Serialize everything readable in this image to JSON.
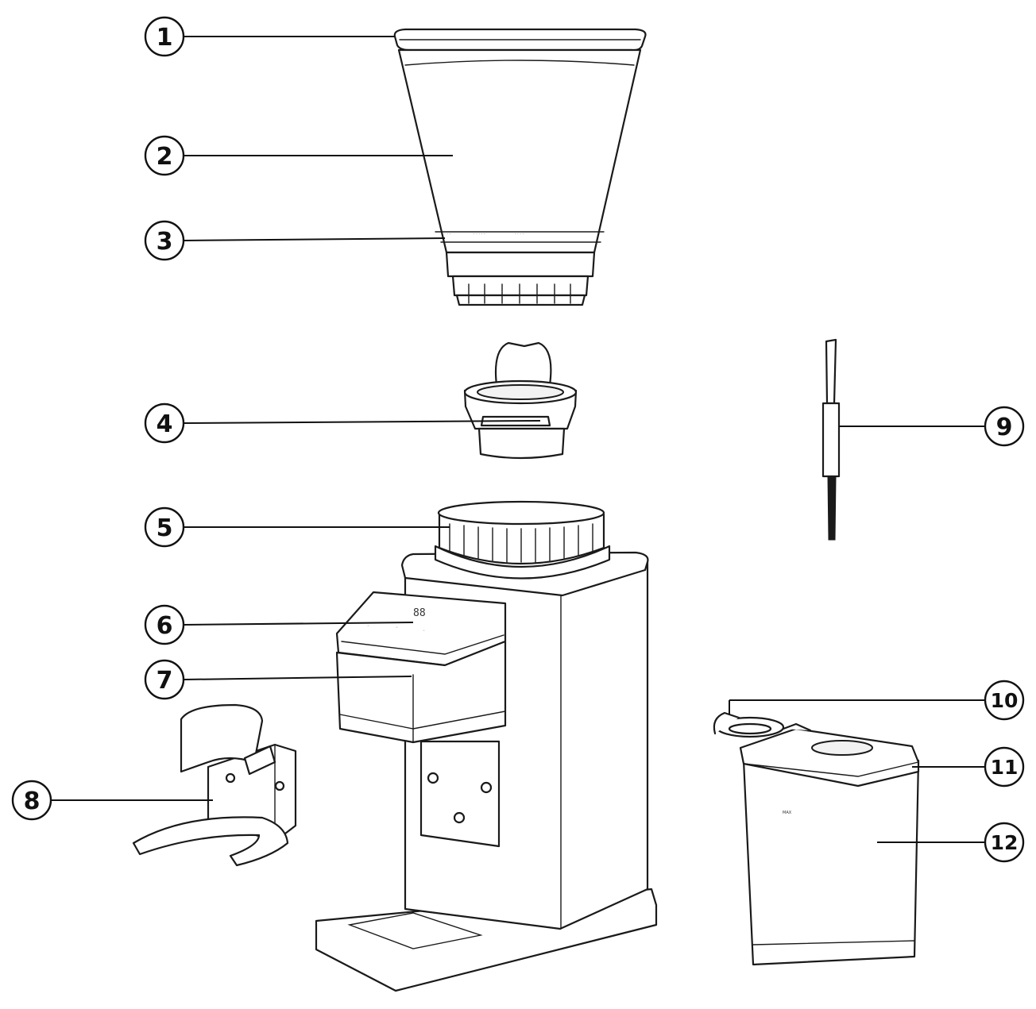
{
  "callouts": [
    {
      "id": "1",
      "label": "1"
    },
    {
      "id": "2",
      "label": "2"
    },
    {
      "id": "3",
      "label": "3"
    },
    {
      "id": "4",
      "label": "4"
    },
    {
      "id": "5",
      "label": "5"
    },
    {
      "id": "6",
      "label": "6"
    },
    {
      "id": "7",
      "label": "7"
    },
    {
      "id": "8",
      "label": "8"
    },
    {
      "id": "9",
      "label": "9"
    },
    {
      "id": "10",
      "label": "10"
    },
    {
      "id": "11",
      "label": "11"
    },
    {
      "id": "12",
      "label": "12"
    }
  ],
  "display_readout": "88",
  "container_mark": "MAX"
}
